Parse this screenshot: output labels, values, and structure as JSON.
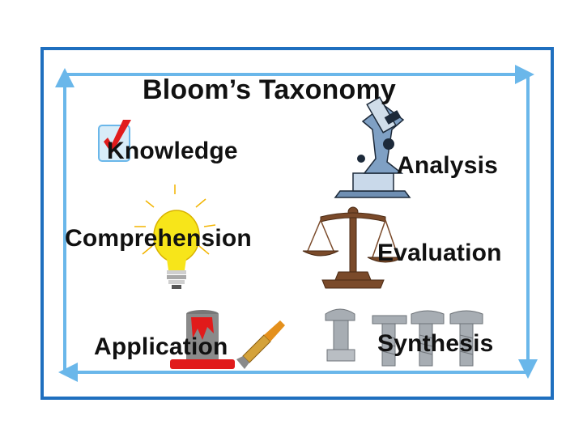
{
  "slide": {
    "title": "Bloom’s Taxonomy",
    "levels": [
      {
        "label": "Knowledge",
        "icon": "checkmark-icon"
      },
      {
        "label": "Comprehension",
        "icon": "lightbulb-icon"
      },
      {
        "label": "Application",
        "icon": "paint-can-brush-icon"
      },
      {
        "label": "Analysis",
        "icon": "microscope-icon"
      },
      {
        "label": "Evaluation",
        "icon": "balance-scale-icon"
      },
      {
        "label": "Synthesis",
        "icon": "bolts-icon"
      }
    ]
  },
  "colors": {
    "frame": "#1f6fbf",
    "arrow_frame": "#6ab7ea",
    "check": "#e11b1b",
    "bulb": "#f7e51a",
    "scale": "#7a4a2a",
    "microscope": "#6f8fb3",
    "bolts": "#9aa0a6"
  }
}
